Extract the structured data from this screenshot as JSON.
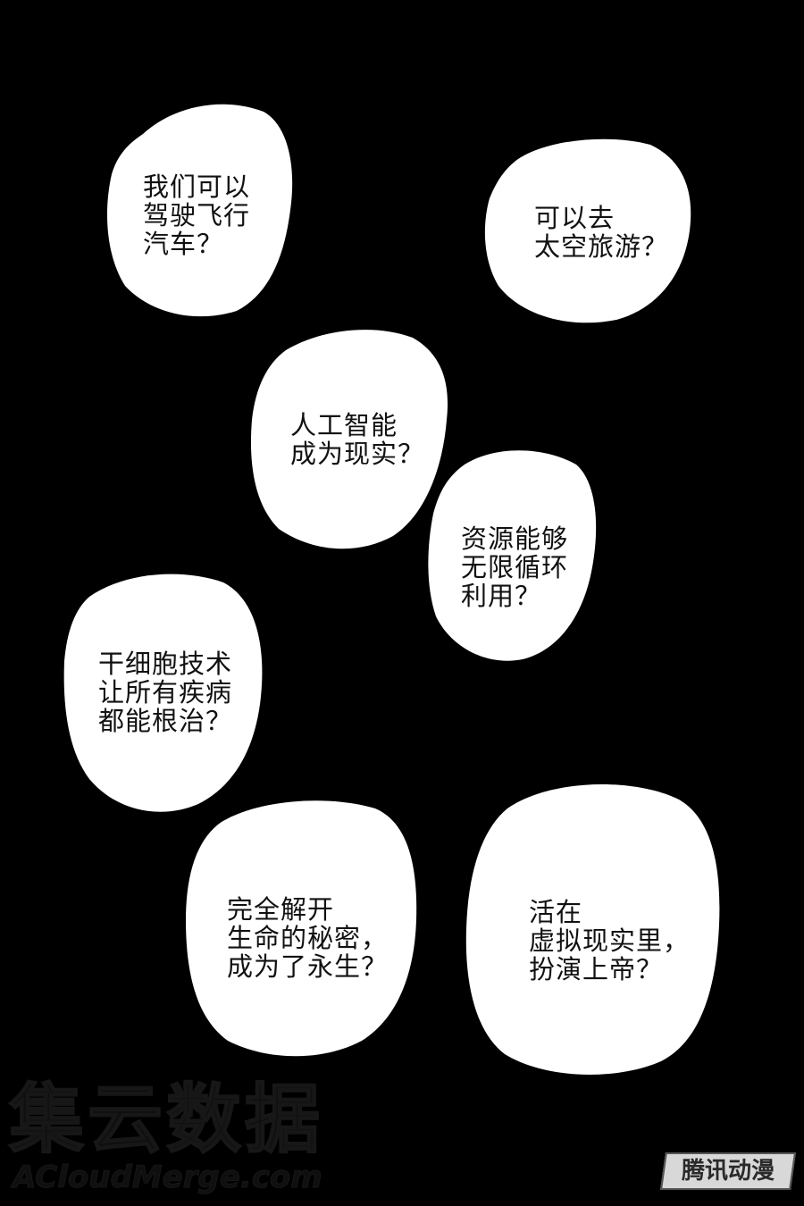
{
  "bubbles": [
    {
      "id": "flying-cars",
      "lines": [
        "我们可以",
        "驾驶飞行",
        "汽车？"
      ]
    },
    {
      "id": "space-travel",
      "lines": [
        "可以去",
        "太空旅游？"
      ]
    },
    {
      "id": "ai-reality",
      "lines": [
        "人工智能",
        "成为现实？"
      ]
    },
    {
      "id": "resources",
      "lines": [
        "资源能够",
        "无限循环",
        "利用？"
      ]
    },
    {
      "id": "stem-cell",
      "lines": [
        "干细胞技术",
        "让所有疾病",
        "都能根治？"
      ]
    },
    {
      "id": "eternal-life",
      "lines": [
        "完全解开",
        "生命的秘密，",
        "成为了永生？"
      ]
    },
    {
      "id": "virtual-reality",
      "lines": [
        "活在",
        "虚拟现实里，",
        "扮演上帝？"
      ]
    }
  ],
  "watermarks": {
    "left_big": "集云数据",
    "left_small": "ACloudMerge.com",
    "right_badge": "腾讯动漫"
  },
  "colors": {
    "background": "#000000",
    "bubble_fill": "#ffffff",
    "text": "#111111"
  }
}
